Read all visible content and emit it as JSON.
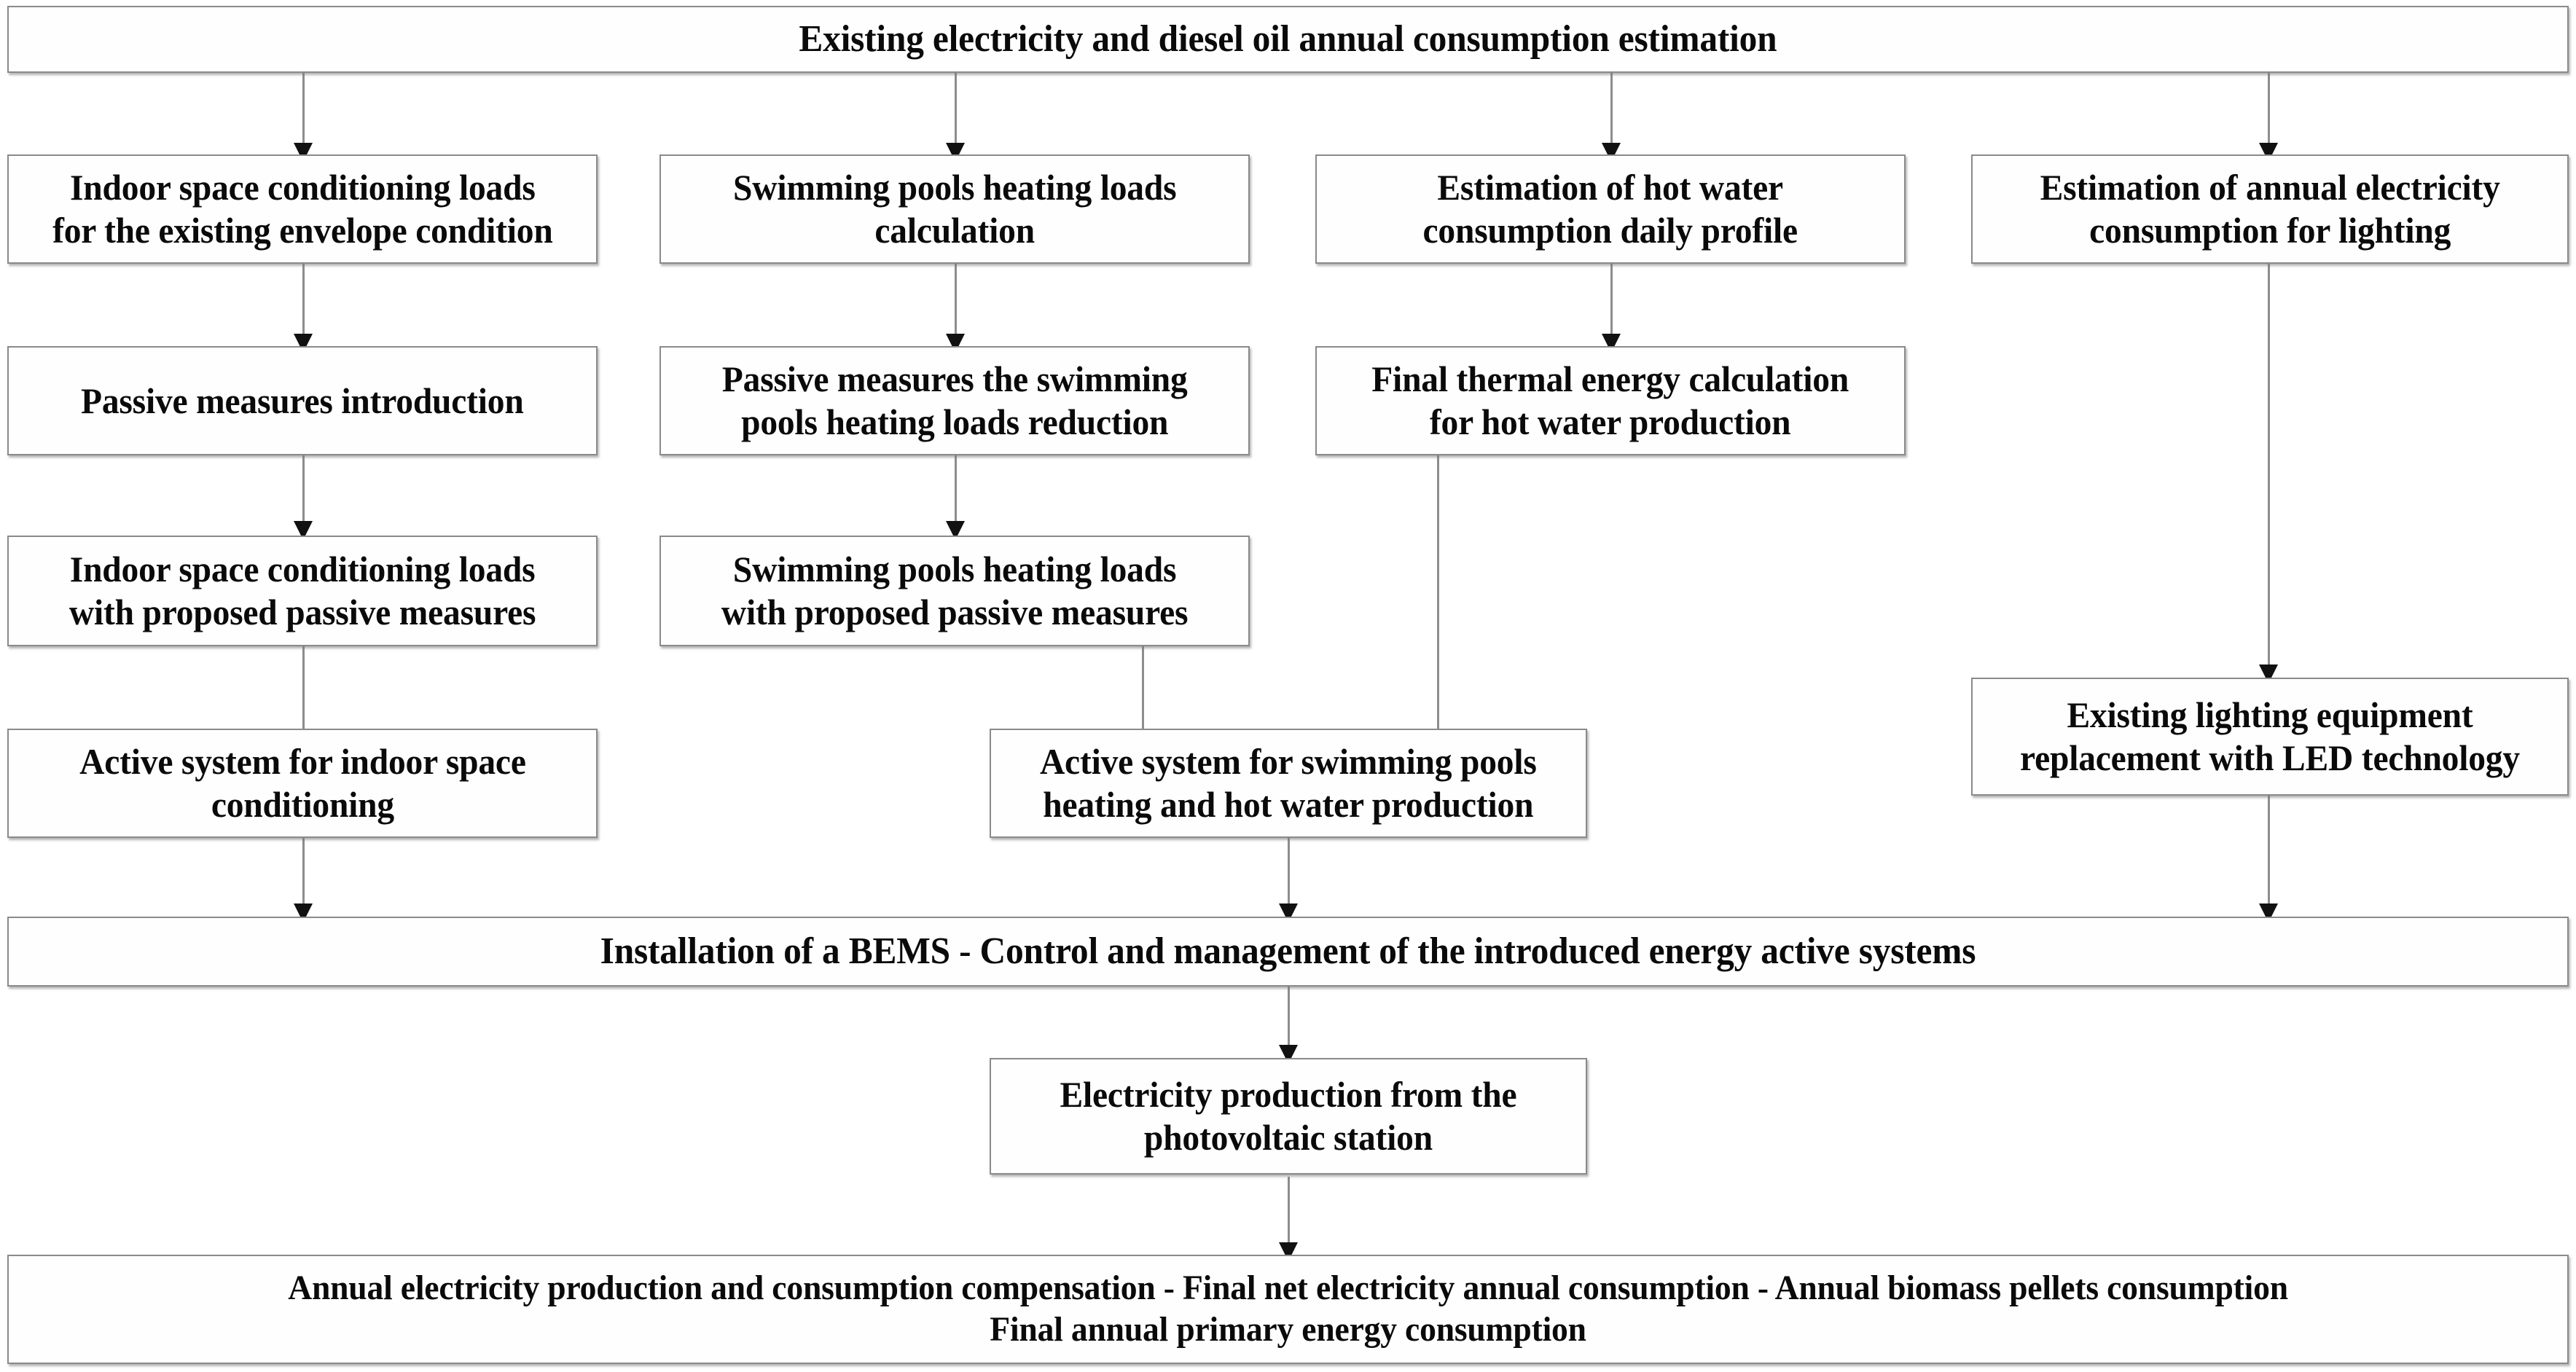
{
  "diagram": {
    "title": "Existing electricity and diesel oil annual consumption estimation",
    "type": "flowchart",
    "colors": {
      "box_fill": "#fefefe",
      "box_border": "#8a8a8a",
      "connector": "#8d8d8d",
      "arrowhead": "#111111",
      "text": "#0a0a0a",
      "background": "#ffffff"
    },
    "nodes": [
      {
        "id": "n0",
        "label": "Existing electricity and diesel oil annual consumption estimation"
      },
      {
        "id": "n1",
        "label": "Indoor space conditioning loads\nfor the existing envelope condition"
      },
      {
        "id": "n2",
        "label": "Swimming pools heating loads\ncalculation"
      },
      {
        "id": "n3",
        "label": "Estimation of hot water\nconsumption daily profile"
      },
      {
        "id": "n4",
        "label": "Estimation of annual electricity\nconsumption for lighting"
      },
      {
        "id": "n5",
        "label": "Passive measures introduction"
      },
      {
        "id": "n6",
        "label": "Passive measures the swimming\npools heating loads reduction"
      },
      {
        "id": "n7",
        "label": "Final thermal energy calculation\nfor hot water production"
      },
      {
        "id": "n8",
        "label": "Indoor space conditioning loads\nwith proposed passive measures"
      },
      {
        "id": "n9",
        "label": "Swimming pools heating loads\nwith proposed passive measures"
      },
      {
        "id": "n10",
        "label": "Active system for indoor space\nconditioning"
      },
      {
        "id": "n11",
        "label": "Active system for swimming pools\nheating and hot water production"
      },
      {
        "id": "n12",
        "label": "Existing lighting equipment\nreplacement with LED technology"
      },
      {
        "id": "n13",
        "label": "Installation of a BEMS - Control and management of the introduced energy active systems"
      },
      {
        "id": "n14",
        "label": "Electricity production from the\nphotovoltaic station"
      },
      {
        "id": "n15",
        "label": "Annual electricity production and consumption compensation - Final net electricity annual consumption - Annual biomass pellets consumption\nFinal annual primary energy consumption"
      }
    ],
    "edges": [
      {
        "from": "n0",
        "to": "n1"
      },
      {
        "from": "n0",
        "to": "n2"
      },
      {
        "from": "n0",
        "to": "n3"
      },
      {
        "from": "n0",
        "to": "n4"
      },
      {
        "from": "n1",
        "to": "n5"
      },
      {
        "from": "n2",
        "to": "n6"
      },
      {
        "from": "n3",
        "to": "n7"
      },
      {
        "from": "n5",
        "to": "n8"
      },
      {
        "from": "n6",
        "to": "n9"
      },
      {
        "from": "n8",
        "to": "n10"
      },
      {
        "from": "n9",
        "to": "n11"
      },
      {
        "from": "n7",
        "to": "n11"
      },
      {
        "from": "n4",
        "to": "n12"
      },
      {
        "from": "n10",
        "to": "n13"
      },
      {
        "from": "n11",
        "to": "n13"
      },
      {
        "from": "n12",
        "to": "n13"
      },
      {
        "from": "n13",
        "to": "n14"
      },
      {
        "from": "n14",
        "to": "n15"
      }
    ]
  }
}
